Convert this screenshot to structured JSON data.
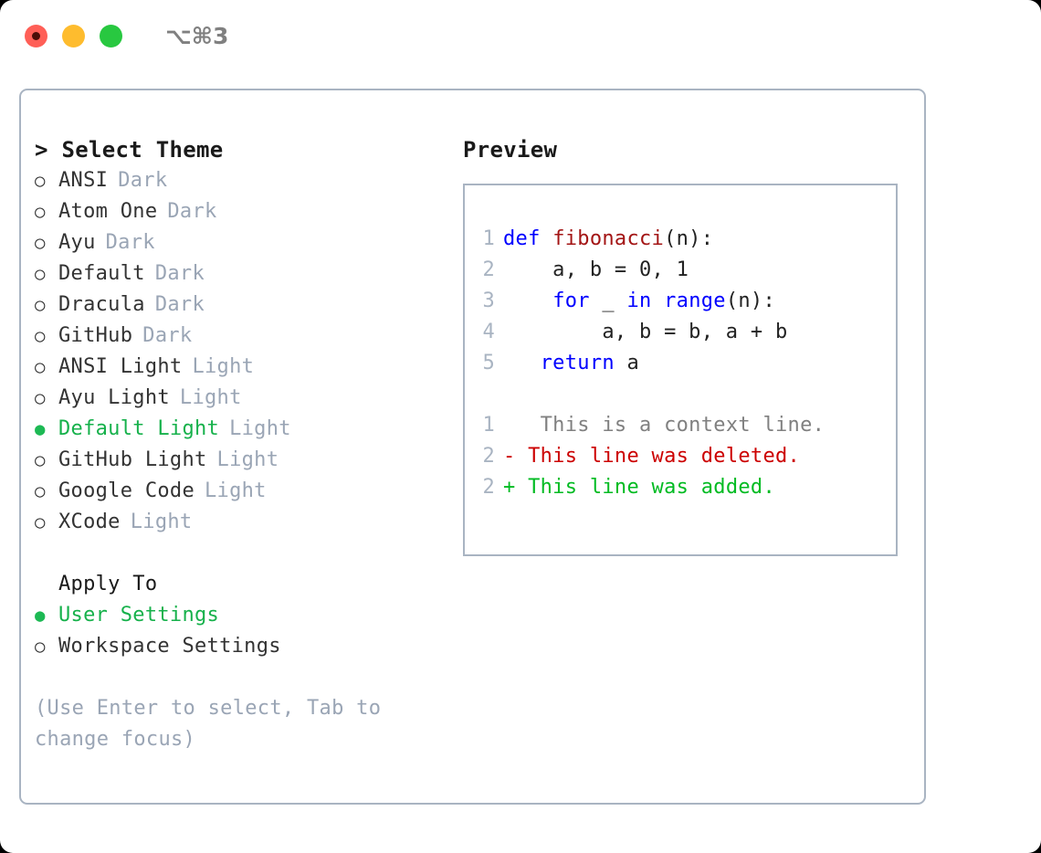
{
  "window": {
    "title_shortcut": "⌥⌘3",
    "traffic_lights": [
      {
        "name": "close",
        "color": "#ff5f57"
      },
      {
        "name": "minimize",
        "color": "#febc2e"
      },
      {
        "name": "maximize",
        "color": "#28c840"
      }
    ]
  },
  "theme_list": {
    "header": "> Select Theme",
    "items": [
      {
        "marker": "○",
        "label": "ANSI",
        "suffix": "Dark",
        "selected": false
      },
      {
        "marker": "○",
        "label": "Atom One",
        "suffix": "Dark",
        "selected": false
      },
      {
        "marker": "○",
        "label": "Ayu",
        "suffix": "Dark",
        "selected": false
      },
      {
        "marker": "○",
        "label": "Default",
        "suffix": "Dark",
        "selected": false
      },
      {
        "marker": "○",
        "label": "Dracula",
        "suffix": "Dark",
        "selected": false
      },
      {
        "marker": "○",
        "label": "GitHub",
        "suffix": "Dark",
        "selected": false
      },
      {
        "marker": "○",
        "label": "ANSI Light",
        "suffix": "Light",
        "selected": false
      },
      {
        "marker": "○",
        "label": "Ayu Light",
        "suffix": "Light",
        "selected": false
      },
      {
        "marker": "●",
        "label": "Default Light",
        "suffix": "Light",
        "selected": true
      },
      {
        "marker": "○",
        "label": "GitHub Light",
        "suffix": "Light",
        "selected": false
      },
      {
        "marker": "○",
        "label": "Google Code",
        "suffix": "Light",
        "selected": false
      },
      {
        "marker": "○",
        "label": "XCode",
        "suffix": "Light",
        "selected": false
      }
    ]
  },
  "apply_to": {
    "header": "Apply To",
    "items": [
      {
        "marker": "●",
        "label": "User Settings",
        "selected": true
      },
      {
        "marker": "○",
        "label": "Workspace Settings",
        "selected": false
      }
    ]
  },
  "hint": "(Use Enter to select, Tab to change focus)",
  "preview": {
    "title": "Preview",
    "code_lines": [
      {
        "no": "1",
        "tokens": [
          {
            "t": "def ",
            "c": "kw"
          },
          {
            "t": "fibonacci",
            "c": "fn"
          },
          {
            "t": "(n):",
            "c": "pl"
          }
        ]
      },
      {
        "no": "2",
        "tokens": [
          {
            "t": "    a, b = 0, 1",
            "c": "pl"
          }
        ]
      },
      {
        "no": "3",
        "tokens": [
          {
            "t": "    ",
            "c": "pl"
          },
          {
            "t": "for",
            "c": "kw"
          },
          {
            "t": " _ ",
            "c": "pl"
          },
          {
            "t": "in",
            "c": "kw"
          },
          {
            "t": " ",
            "c": "pl"
          },
          {
            "t": "range",
            "c": "kw"
          },
          {
            "t": "(n):",
            "c": "pl"
          }
        ]
      },
      {
        "no": "4",
        "tokens": [
          {
            "t": "        a, b = b, a + b",
            "c": "pl"
          }
        ]
      },
      {
        "no": "5",
        "tokens": [
          {
            "t": "   ",
            "c": "pl"
          },
          {
            "t": "return",
            "c": "kw"
          },
          {
            "t": " a",
            "c": "pl"
          }
        ]
      }
    ],
    "diff_lines": [
      {
        "no": "1",
        "sign": " ",
        "text": "  This is a context line.",
        "kind": "ctx"
      },
      {
        "no": "2",
        "sign": "-",
        "text": " This line was deleted.",
        "kind": "del"
      },
      {
        "no": "2",
        "sign": "+",
        "text": " This line was added.",
        "kind": "add"
      }
    ]
  },
  "colors": {
    "accent_green": "#16b14b",
    "muted": "#9aa5b5",
    "border": "#a9b4c2",
    "keyword": "#0000ff",
    "function": "#a31515",
    "diff_deleted": "#cc0000",
    "diff_added": "#00bb22",
    "diff_context": "#808080"
  }
}
